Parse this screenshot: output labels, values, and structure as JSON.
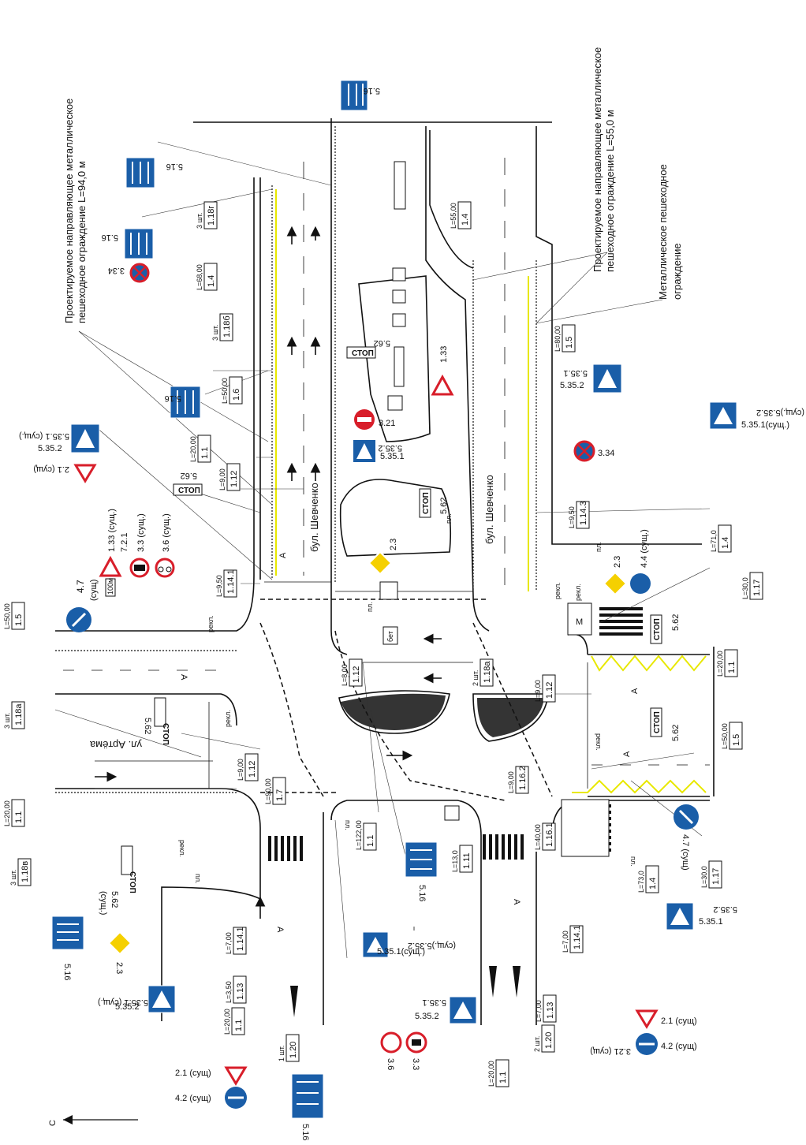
{
  "notes": {
    "fence_94_line1": "Проектируемое направляющее металлическое",
    "fence_94_line2": "пешеходное ограждение L=94,0 м",
    "fence_55_line1": "Проектируемое направляющее металлическое",
    "fence_55_line2": "пешеходное ограждение L=55,0 м",
    "metal_fence_line1": "Металлическое пешеходное",
    "metal_fence_line2": "ограждение"
  },
  "streets": {
    "boulevard_west": "бул. Шевченко",
    "boulevard_east": "бул. Шевченко",
    "artema": "ул. Артёма"
  },
  "markings": [
    {
      "qty": "3 шт.",
      "code": "1.18г"
    },
    {
      "qty": "L=68,00",
      "code": "1.4"
    },
    {
      "qty": "3 шт.",
      "code": "1.18б"
    },
    {
      "qty": "L=50,00",
      "code": "1.6"
    },
    {
      "qty": "L=20,00",
      "code": "1.1"
    },
    {
      "qty": "L=9,00",
      "code": "1.12"
    },
    {
      "qty": "L=9,50",
      "code": "1.14.1"
    },
    {
      "qty": "L=55,00",
      "code": "1.4"
    },
    {
      "qty": "L=80,00",
      "code": "1.5"
    },
    {
      "qty": "L=9,50",
      "code": "1.14.3"
    },
    {
      "qty": "L=71,0",
      "code": "1.4"
    },
    {
      "qty": "L=30,0",
      "code": "1.17"
    },
    {
      "qty": "L=20,00",
      "code": "1.1"
    },
    {
      "qty": "L=50,00",
      "code": "1.5"
    },
    {
      "qty": "2 шт.",
      "code": "1.18а"
    },
    {
      "qty": "L=8,00",
      "code": "1.12"
    },
    {
      "qty": "L=9,00",
      "code": "1.12"
    },
    {
      "qty": "L=50,00",
      "code": "1.5"
    },
    {
      "qty": "3 шт.",
      "code": "1.18а"
    },
    {
      "qty": "L=20,00",
      "code": "1.1"
    },
    {
      "qty": "L=9,00",
      "code": "1.12"
    },
    {
      "qty": "L=90,00",
      "code": "1.7"
    },
    {
      "qty": "L=122,00",
      "code": "1.1"
    },
    {
      "qty": "L=9,00",
      "code": "1.16.2"
    },
    {
      "qty": "L=40,00",
      "code": "1.16.1"
    },
    {
      "qty": "L=13,0",
      "code": "1.11"
    },
    {
      "qty": "3 шт.",
      "code": "1.18в"
    },
    {
      "qty": "L=7,00",
      "code": "1.14.1"
    },
    {
      "qty": "L=3,50",
      "code": "1.13"
    },
    {
      "qty": "L=20,00",
      "code": "1.1"
    },
    {
      "qty": "1 шт.",
      "code": "1.20"
    },
    {
      "qty": "L=73,0",
      "code": "1.4"
    },
    {
      "qty": "L=30,0",
      "code": "1.17"
    },
    {
      "qty": "L=7,00",
      "code": "1.14.1"
    },
    {
      "qty": "L=7,00",
      "code": "1.13"
    },
    {
      "qty": "2 шт.",
      "code": "1.20"
    },
    {
      "qty": "L=20,00",
      "code": "1.1"
    }
  ],
  "signs": {
    "s516_top": "5.16",
    "s516_a": "5.16",
    "s516_b": "5.16",
    "s334_a": "3.34",
    "s516_c": "5.16",
    "s562_a": "5.62",
    "s133": "1.33",
    "s321": "3.21",
    "s535_center_a": "5.35.2",
    "s535_center_b": "5.35.1",
    "s535_ne_a": "5.35.1",
    "s535_ne_b": "5.35.2",
    "s535_e_a": "(сущ.)5.35.2",
    "s535_e_b": "5.35.1(сущ.)",
    "s334_b": "3.34",
    "s535_w_a": "5.35.1 (сущ.)",
    "s535_w_b": "5.35.2",
    "s21_w": "2.1 (сущ)",
    "s562_b": "5.62",
    "s562_c": "5.62",
    "s562_d": "5.62",
    "s562_e": "5.62",
    "s562_f": "5.62",
    "s133_sush": "1.33 (сущ.)",
    "s721": "7.2.1",
    "s33_sush": "3.3 (сущ.)",
    "s36_sush": "3.6 (сущ.)",
    "s23_a": "2.3",
    "s23_b": "2.3",
    "s23_c": "2.3",
    "s44": "4.4 (сущ.)",
    "s47_a": "4.7",
    "s47_a_sush": "(сущ)",
    "s47_b": "4.7 (сущ)",
    "s516_sw": "5.16",
    "s516_mid": "5.16",
    "s516_bottom": "5.16",
    "s562_sw": "5.62",
    "s562_sw_sush": "(сущ.)",
    "s535_sw_a": "5.35.1 (сущ.)",
    "s535_sw_b": "5.35.2",
    "s535_s_a": "(сущ.)5.35.2",
    "s535_s_b": "5.35.1(сущ.)",
    "s535_s2_a": "5.35.1",
    "s535_s2_b": "5.35.2",
    "s535_se_a": "5.35.2",
    "s535_se_b": "5.35.1",
    "s21_s": "2.1 (сущ)",
    "s42_s": "4.2 (сущ)",
    "s21_se": "2.1 (сущ)",
    "s42_se": "4.2 (сущ)",
    "s321_se": "3.21 (сущ)",
    "s36": "3.6",
    "s33": "3.3",
    "plate_100m": "100м"
  },
  "labels": {
    "stop": "СТОП",
    "bet": "бет",
    "m": "М",
    "a": "А",
    "pl": "пл.",
    "rekl": "рекл.",
    "north": "С"
  },
  "colors": {
    "sign_blue": "#1a5ea8",
    "sign_red": "#d81e2a",
    "sign_yellow": "#f5d000",
    "marking_yellow": "#e8e800"
  }
}
